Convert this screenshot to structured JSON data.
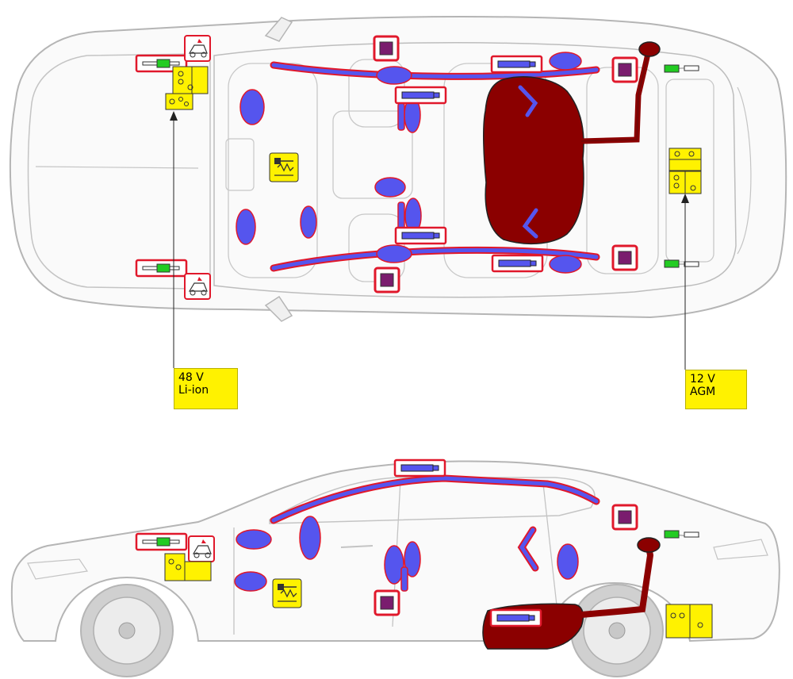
{
  "callouts": {
    "battery_48v": {
      "line1": "48 V",
      "line2": "Li-ion"
    },
    "battery_12v": {
      "line1": "12 V",
      "line2": "AGM"
    }
  },
  "colors": {
    "car_outline": "#b5b5b5",
    "airbag": "#5555ee",
    "airbag_border": "#e0182b",
    "tank": "#8b0000",
    "highlight_box": "#e0182b",
    "sensor_fill": "#7a1d6e",
    "battery_yellow": "#fff200",
    "connector_green": "#22cc22"
  }
}
